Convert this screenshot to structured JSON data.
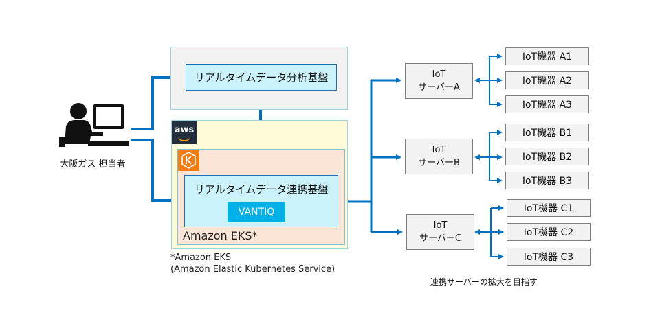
{
  "user": {
    "label": "大阪ガス 担当者",
    "icon": "person-at-laptop-icon"
  },
  "analysis_platform": {
    "label": "リアルタイムデータ分析基盤"
  },
  "aws": {
    "logo_text": "aws"
  },
  "eks": {
    "label": "Amazon EKS*",
    "icon": "eks-icon"
  },
  "link_platform": {
    "label": "リアルタイムデータ連携基盤",
    "product": "VANTIQ"
  },
  "footnote": {
    "line1": "*Amazon EKS",
    "line2": "(Amazon Elastic Kubernetes Service)"
  },
  "servers": [
    {
      "line1": "IoT",
      "line2": "サーバーA"
    },
    {
      "line1": "IoT",
      "line2": "サーバーB"
    },
    {
      "line1": "IoT",
      "line2": "サーバーC"
    }
  ],
  "devices": [
    [
      "IoT機器 A1",
      "IoT機器 A2",
      "IoT機器 A3"
    ],
    [
      "IoT機器 B1",
      "IoT機器 B2",
      "IoT機器 B3"
    ],
    [
      "IoT機器 C1",
      "IoT機器 C2",
      "IoT機器 C3"
    ]
  ],
  "footer_note": "連携サーバーの拡大を目指す",
  "colors": {
    "arrow": "#0070c0",
    "platform_fill": "#ccf3fb",
    "vantiq": "#00b0e6",
    "eks_orange": "#f07c12",
    "aws_dark": "#232f3e"
  }
}
